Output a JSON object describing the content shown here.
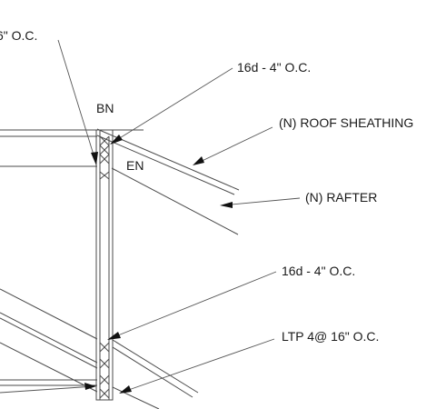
{
  "labels": {
    "top_left_spacing": "6\" O.C.",
    "nail_top": "16d - 4\" O.C.",
    "boundary_nailing": "BN",
    "roof_sheathing": "(N) ROOF SHEATHING",
    "edge_nailing": "EN",
    "rafter": "(N) RAFTER",
    "nail_mid": "16d - 4\" O.C.",
    "ltp": "LTP 4@ 16\" O.C."
  },
  "colors": {
    "linework": "#4a4a4a",
    "arrowheads": "#111111",
    "text": "#1a1a1a"
  }
}
